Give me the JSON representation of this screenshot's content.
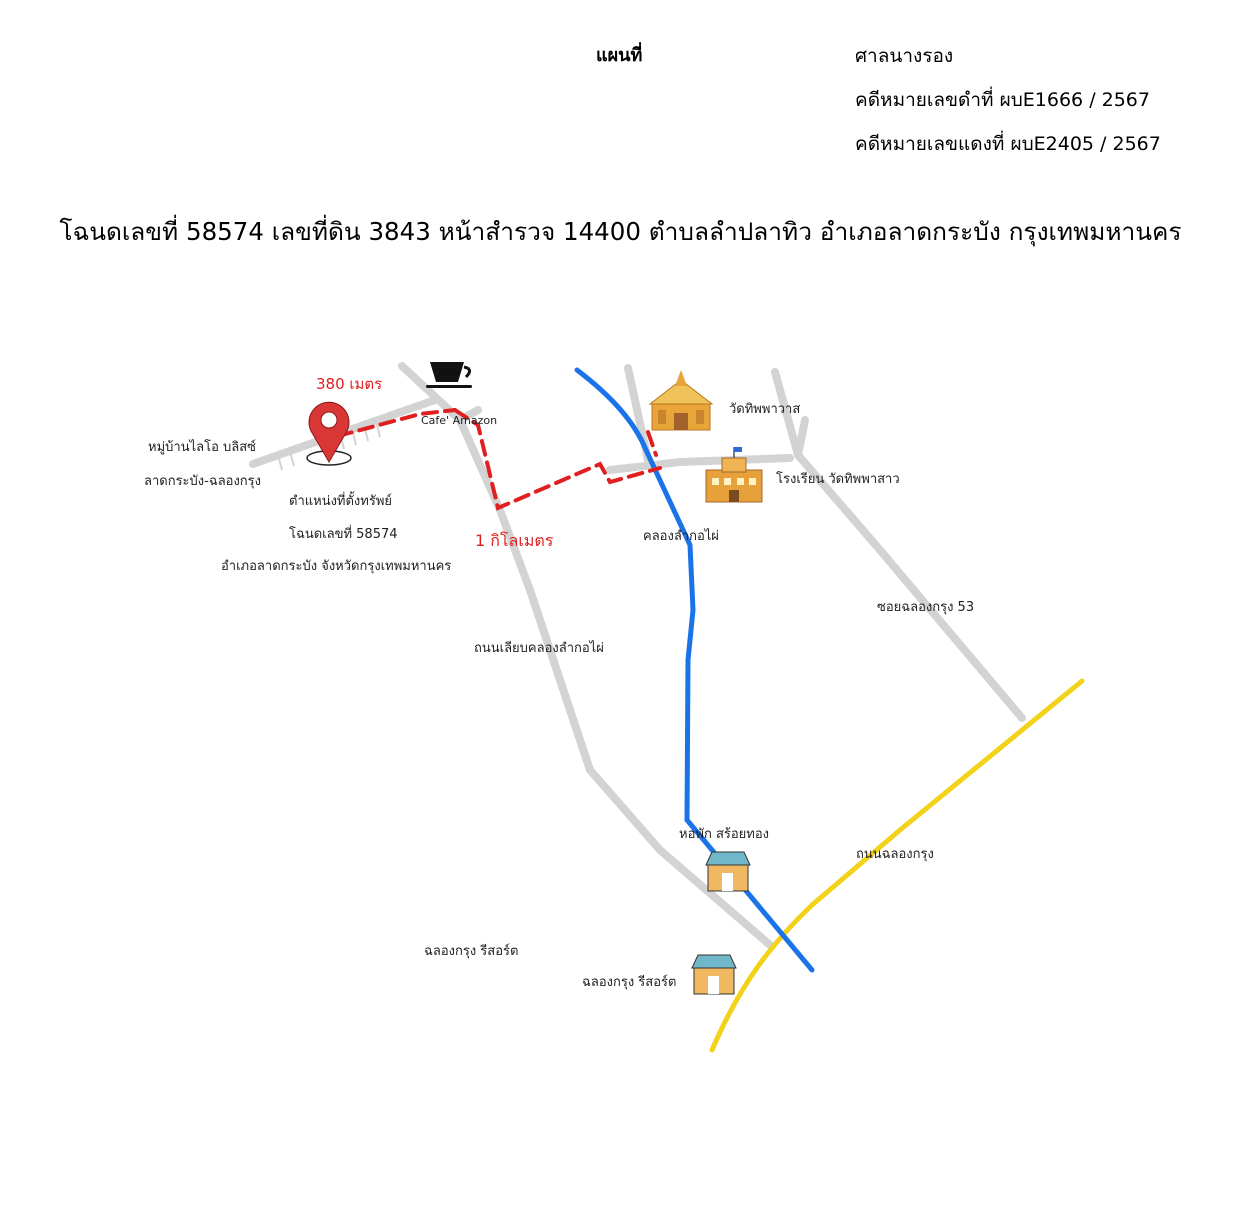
{
  "header": {
    "title": "แผนที่",
    "court": "ศาลนางรอง",
    "black_case": "คดีหมายเลขดำที่  ผบE1666 / 2567",
    "red_case": "คดีหมายเลขแดงที่ ผบE2405 / 2567"
  },
  "deed_line": "โฉนดเลขที่ 58574 เลขที่ดิน 3843 หน้าสำรวจ 14400 ตำบลลำปลาทิว อำเภอลาดกระบัง กรุงเทพมหานคร",
  "map": {
    "colors": {
      "road": "#d3d3d3",
      "canal": "#1a73e8",
      "main_road": "#f2d21b",
      "route": "#e02020",
      "pin": "#d93636"
    },
    "distances": {
      "short": "380 เมตร",
      "long": "1 กิโลเมตร"
    },
    "labels": {
      "village": "หมู่บ้านไลโอ บลิสซ์",
      "village_road": "ลาดกระบัง-ฉลองกรุง",
      "property_1": "ตำแหน่งที่ตั้งทรัพย์",
      "property_2": "โฉนดเลขที่ 58574",
      "property_3": "อำเภอลาดกระบัง จังหวัดกรุงเทพมหานคร",
      "cafe": "Cafe' Amazon",
      "temple": "วัดทิพพาวาส",
      "school": "โรงเรียน วัดทิพพาสาว",
      "canal": "คลองลำกอไผ่",
      "soi": "ซอยฉลองกรุง 53",
      "canal_road": "ถนนเลียบคลองลำกอไผ่",
      "dorm": "หอพัก สร้อยทอง",
      "main_road": "ถนนฉลองกรุง",
      "resort_1": "ฉลองกรุง รีสอร์ต",
      "resort_2": "ฉลองกรุง รีสอร์ต"
    },
    "icons": [
      "coffee-cup-icon",
      "location-pin-icon",
      "temple-icon",
      "school-icon",
      "shop-icon"
    ]
  }
}
